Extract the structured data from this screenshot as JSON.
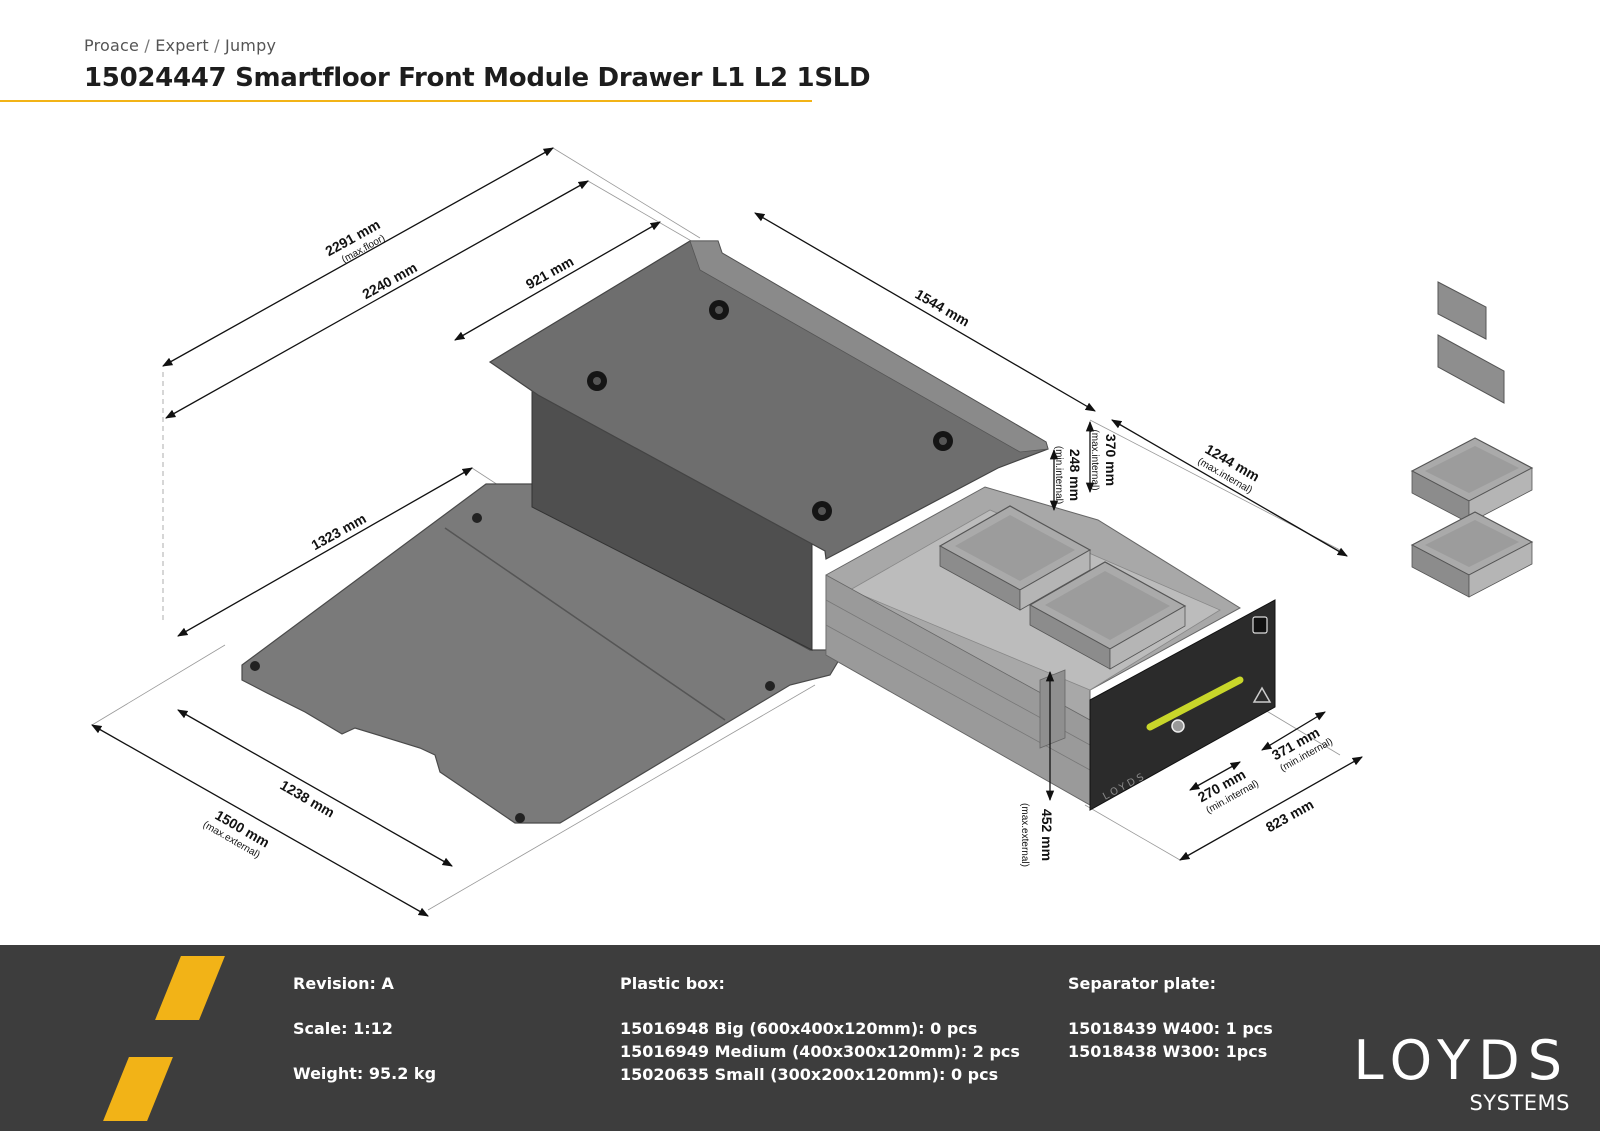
{
  "breadcrumb": [
    "Proace",
    "Expert",
    "Jumpy"
  ],
  "breadcrumb_separator": "/",
  "title": "15024447 Smartfloor Front Module Drawer L1 L2 1SLD",
  "colors": {
    "accent": "#f2b317",
    "footer_bg": "#3d3d3d",
    "panel": "#7d7d7d",
    "panel_dark": "#5a5a5a",
    "handle": "#c8d62a"
  },
  "dimensions": {
    "d2291": {
      "value": "2291 mm",
      "note": "(max.floor)"
    },
    "d2240": {
      "value": "2240 mm"
    },
    "d921": {
      "value": "921 mm"
    },
    "d1544": {
      "value": "1544 mm"
    },
    "d370": {
      "value": "370 mm",
      "note": "(max.internal)"
    },
    "d248": {
      "value": "248 mm",
      "note": "(min.internal)"
    },
    "d1244": {
      "value": "1244 mm",
      "note": "(max.internal)"
    },
    "d1323": {
      "value": "1323 mm"
    },
    "d1238": {
      "value": "1238 mm"
    },
    "d1500": {
      "value": "1500 mm",
      "note": "(max.external)"
    },
    "d452": {
      "value": "452 mm",
      "note": "(max.external)"
    },
    "d270": {
      "value": "270 mm",
      "note": "(min.internal)"
    },
    "d371": {
      "value": "371 mm",
      "note": "(min.internal)"
    },
    "d823": {
      "value": "823 mm"
    }
  },
  "drawer_front_logo": "LOYDS",
  "footer": {
    "revision": "Revision: A",
    "scale": "Scale: 1:12",
    "weight": "Weight: 95.2 kg",
    "plastic_box": {
      "heading": "Plastic box:",
      "items": [
        "15016948 Big (600x400x120mm): 0 pcs",
        "15016949 Medium (400x300x120mm): 2 pcs",
        "15020635 Small (300x200x120mm): 0 pcs"
      ]
    },
    "separator_plate": {
      "heading": "Separator plate:",
      "items": [
        "15018439 W400: 1 pcs",
        "15018438 W300: 1pcs"
      ]
    },
    "logo": {
      "word": "LOYDS",
      "sub": "SYSTEMS"
    }
  }
}
